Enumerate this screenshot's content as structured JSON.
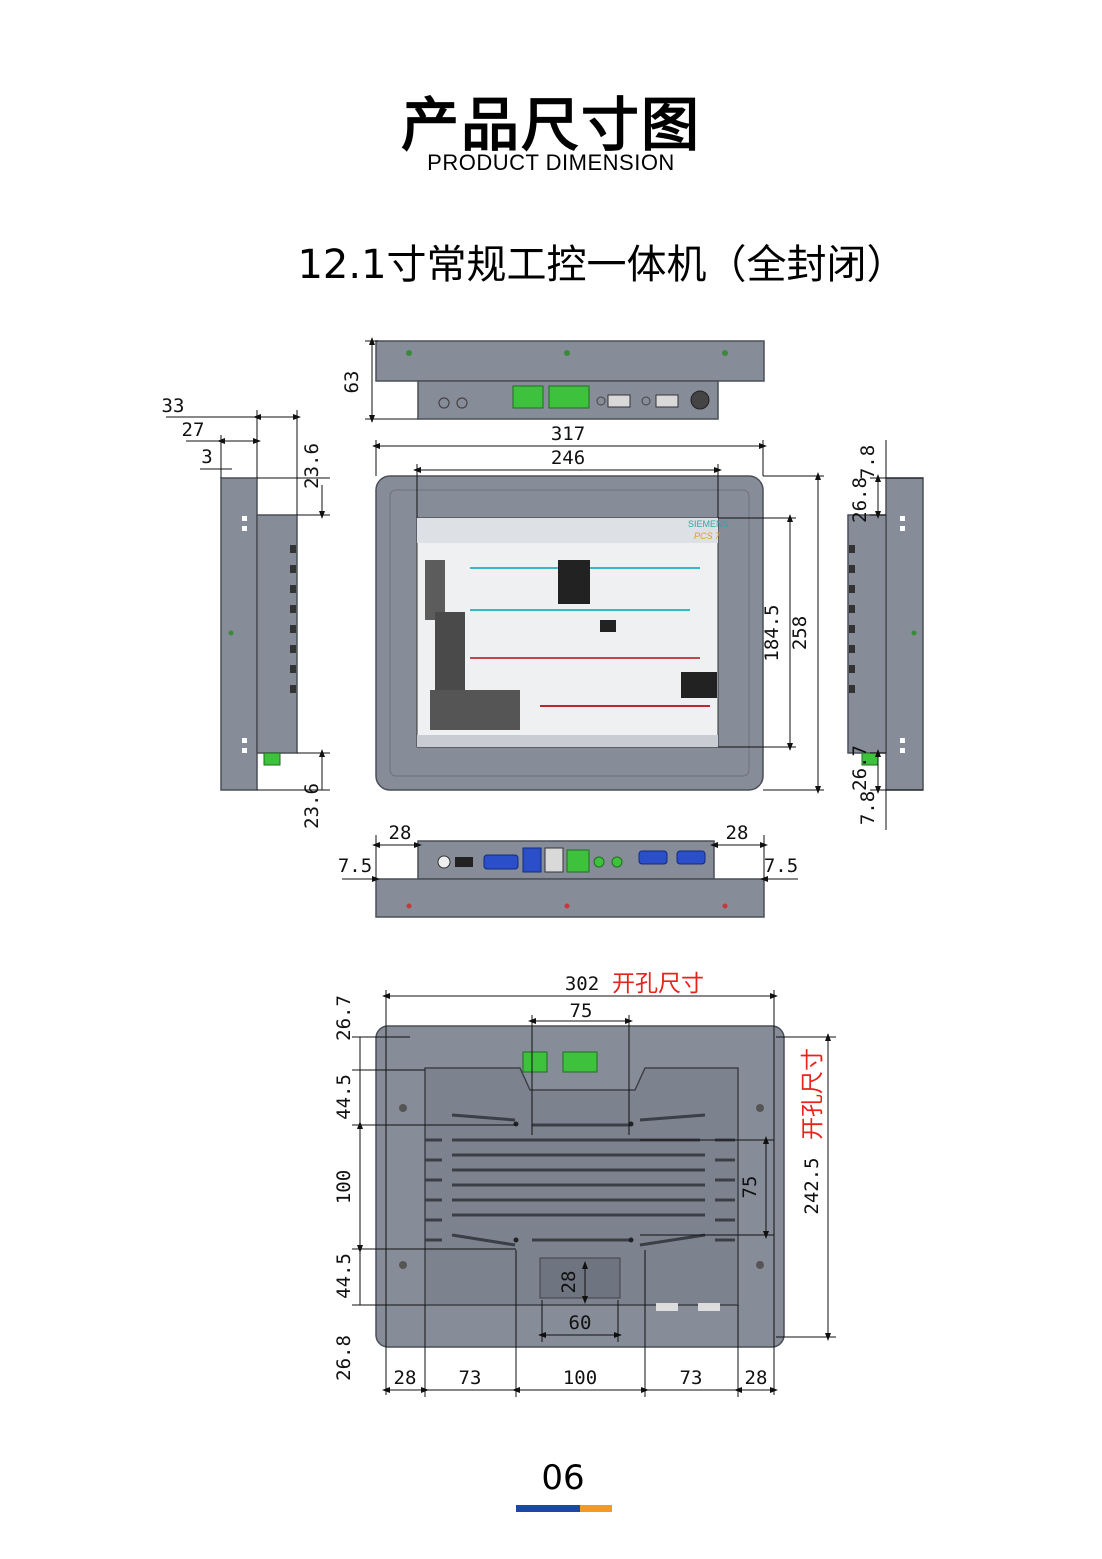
{
  "header": {
    "title_cn": "产品尺寸图",
    "title_en": "PRODUCT DIMENSION",
    "subtitle": "12.1寸常规工控一体机（全封闭）"
  },
  "screen": {
    "brand": "SIEMENS",
    "product": "PCS 7"
  },
  "dimensions": {
    "top_height": "63",
    "front_width": "317",
    "screen_width": "246",
    "screen_height": "184.5",
    "front_height": "258",
    "left_33": "33",
    "left_27": "27",
    "left_3": "3",
    "left_top_236": "23.6",
    "left_bottom_236": "23.6",
    "right_78_top": "7.8",
    "right_268": "26.8",
    "right_267": "26.7",
    "right_78_bottom": "7.8",
    "bottom_28_left": "28",
    "bottom_28_right": "28",
    "bottom_75_left": "7.5",
    "bottom_75_right": "7.5"
  },
  "cutout": {
    "width": "302",
    "width_label": "开孔尺寸",
    "height": "242.5",
    "height_label": "开孔尺寸",
    "top_hole_spacing": "75",
    "right_hole_spacing": "75",
    "left_267": "26.7",
    "left_445_top": "44.5",
    "left_100": "100",
    "left_445_bottom": "44.5",
    "left_268": "26.8",
    "inner_28": "28",
    "inner_60": "60",
    "bottom_28_left": "28",
    "bottom_73_left": "73",
    "bottom_100": "100",
    "bottom_73_right": "73",
    "bottom_28_right": "28"
  },
  "footer": {
    "page_number": "06"
  },
  "colors": {
    "panel": "#878d98",
    "panel_dark": "#5c626c",
    "connector_green": "#3ec23e",
    "connector_blue": "#2a4fc8",
    "dim_red": "#e8231c",
    "bar_blue": "#1a4aa0",
    "bar_orange": "#ef9a2a"
  }
}
